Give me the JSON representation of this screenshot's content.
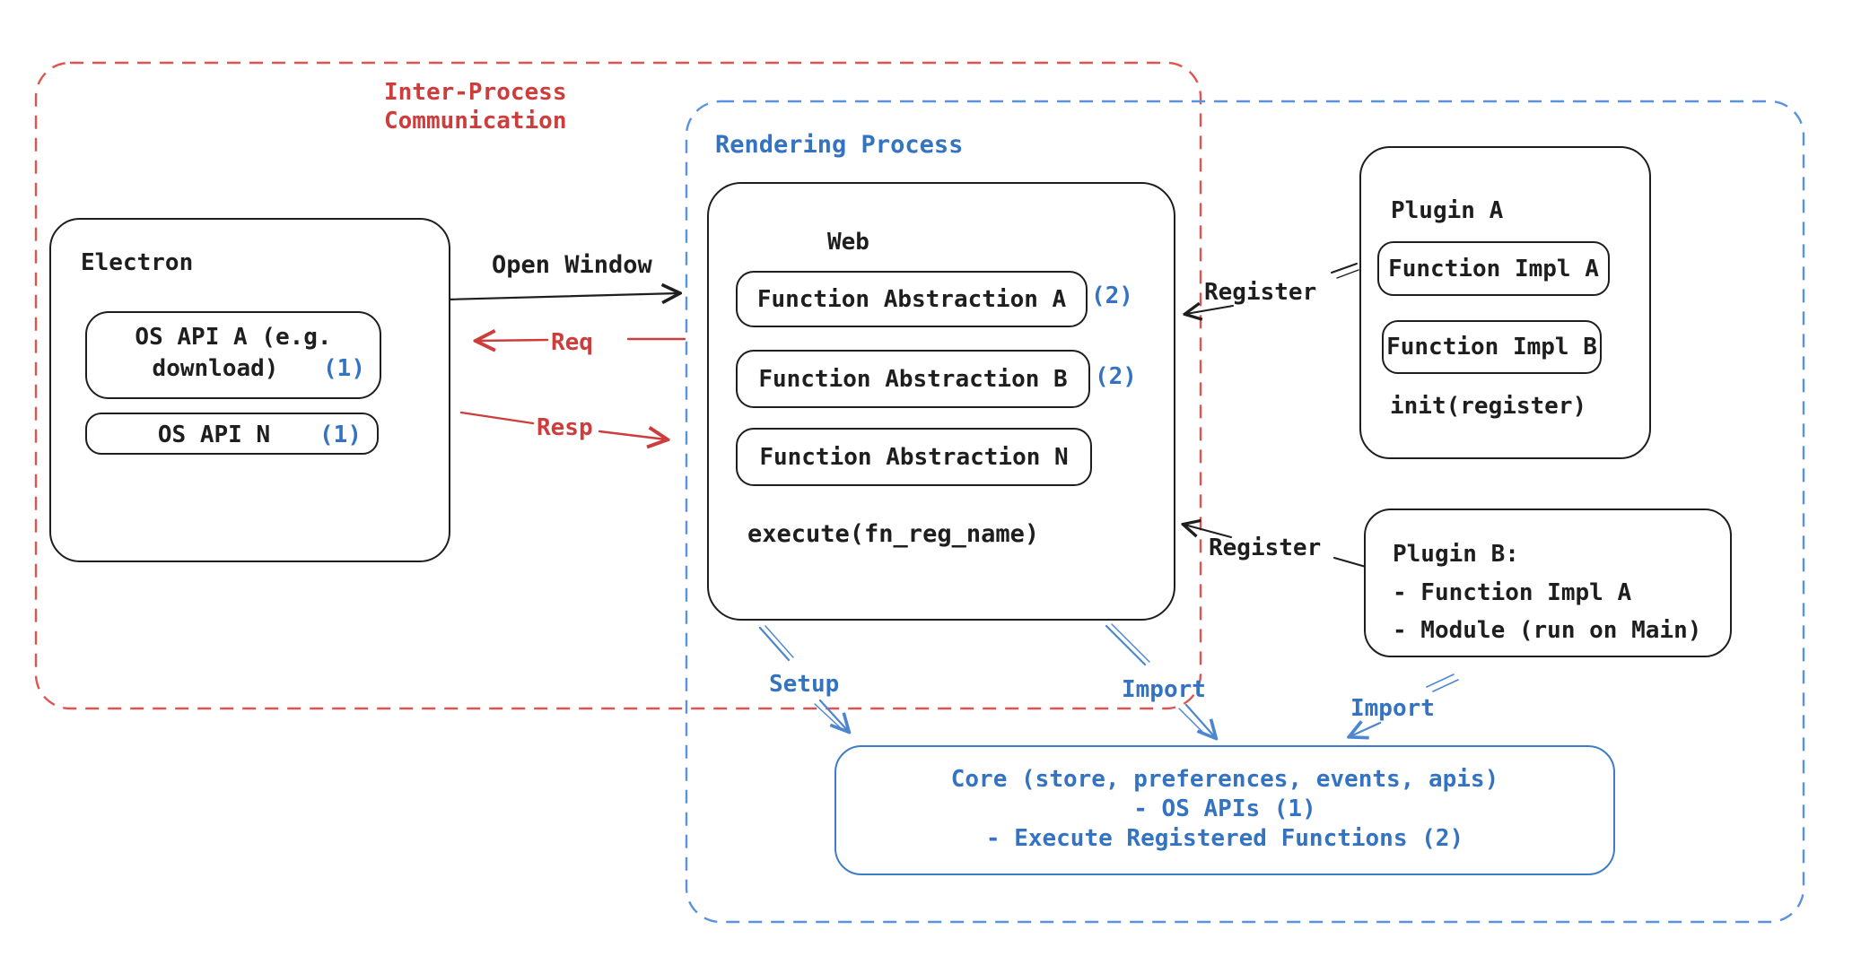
{
  "regions": {
    "ipc": {
      "line1": "Inter-Process",
      "line2": "Communication"
    },
    "rendering": {
      "label": "Rendering Process"
    }
  },
  "electron": {
    "title": "Electron",
    "api_a_line1": "OS API A (e.g.",
    "api_a_line2": "download)",
    "api_a_badge": "(1)",
    "api_n_label": "OS API N",
    "api_n_badge": "(1)"
  },
  "web": {
    "title": "Web",
    "fa_a": "Function Abstraction A",
    "fa_a_badge": "(2)",
    "fa_b": "Function Abstraction B",
    "fa_b_badge": "(2)",
    "fa_n": "Function Abstraction N",
    "execute": "execute(fn_reg_name)"
  },
  "plugin_a": {
    "title": "Plugin A",
    "impl_a": "Function Impl A",
    "impl_b": "Function Impl B",
    "init": "init(register)"
  },
  "plugin_b": {
    "title": "Plugin B:",
    "item1": "- Function Impl A",
    "item2": "- Module (run on Main)"
  },
  "core": {
    "line1": "Core (store, preferences, events, apis)",
    "line2": "- OS APIs (1)",
    "line3": "- Execute Registered Functions (2)"
  },
  "connections": {
    "open_window": "Open Window",
    "req": "Req",
    "resp": "Resp",
    "register_top": "Register",
    "register_bottom": "Register",
    "setup": "Setup",
    "import_web": "Import",
    "import_plugin": "Import"
  },
  "colors": {
    "black": "#1e1e1e",
    "red_text": "#cd3d3c",
    "red_dash": "#e0534f",
    "blue_text": "#3473c2",
    "blue_dash": "#5b92dd",
    "blue_arrow": "#4d86d0",
    "core_border": "#3f7cc6"
  }
}
